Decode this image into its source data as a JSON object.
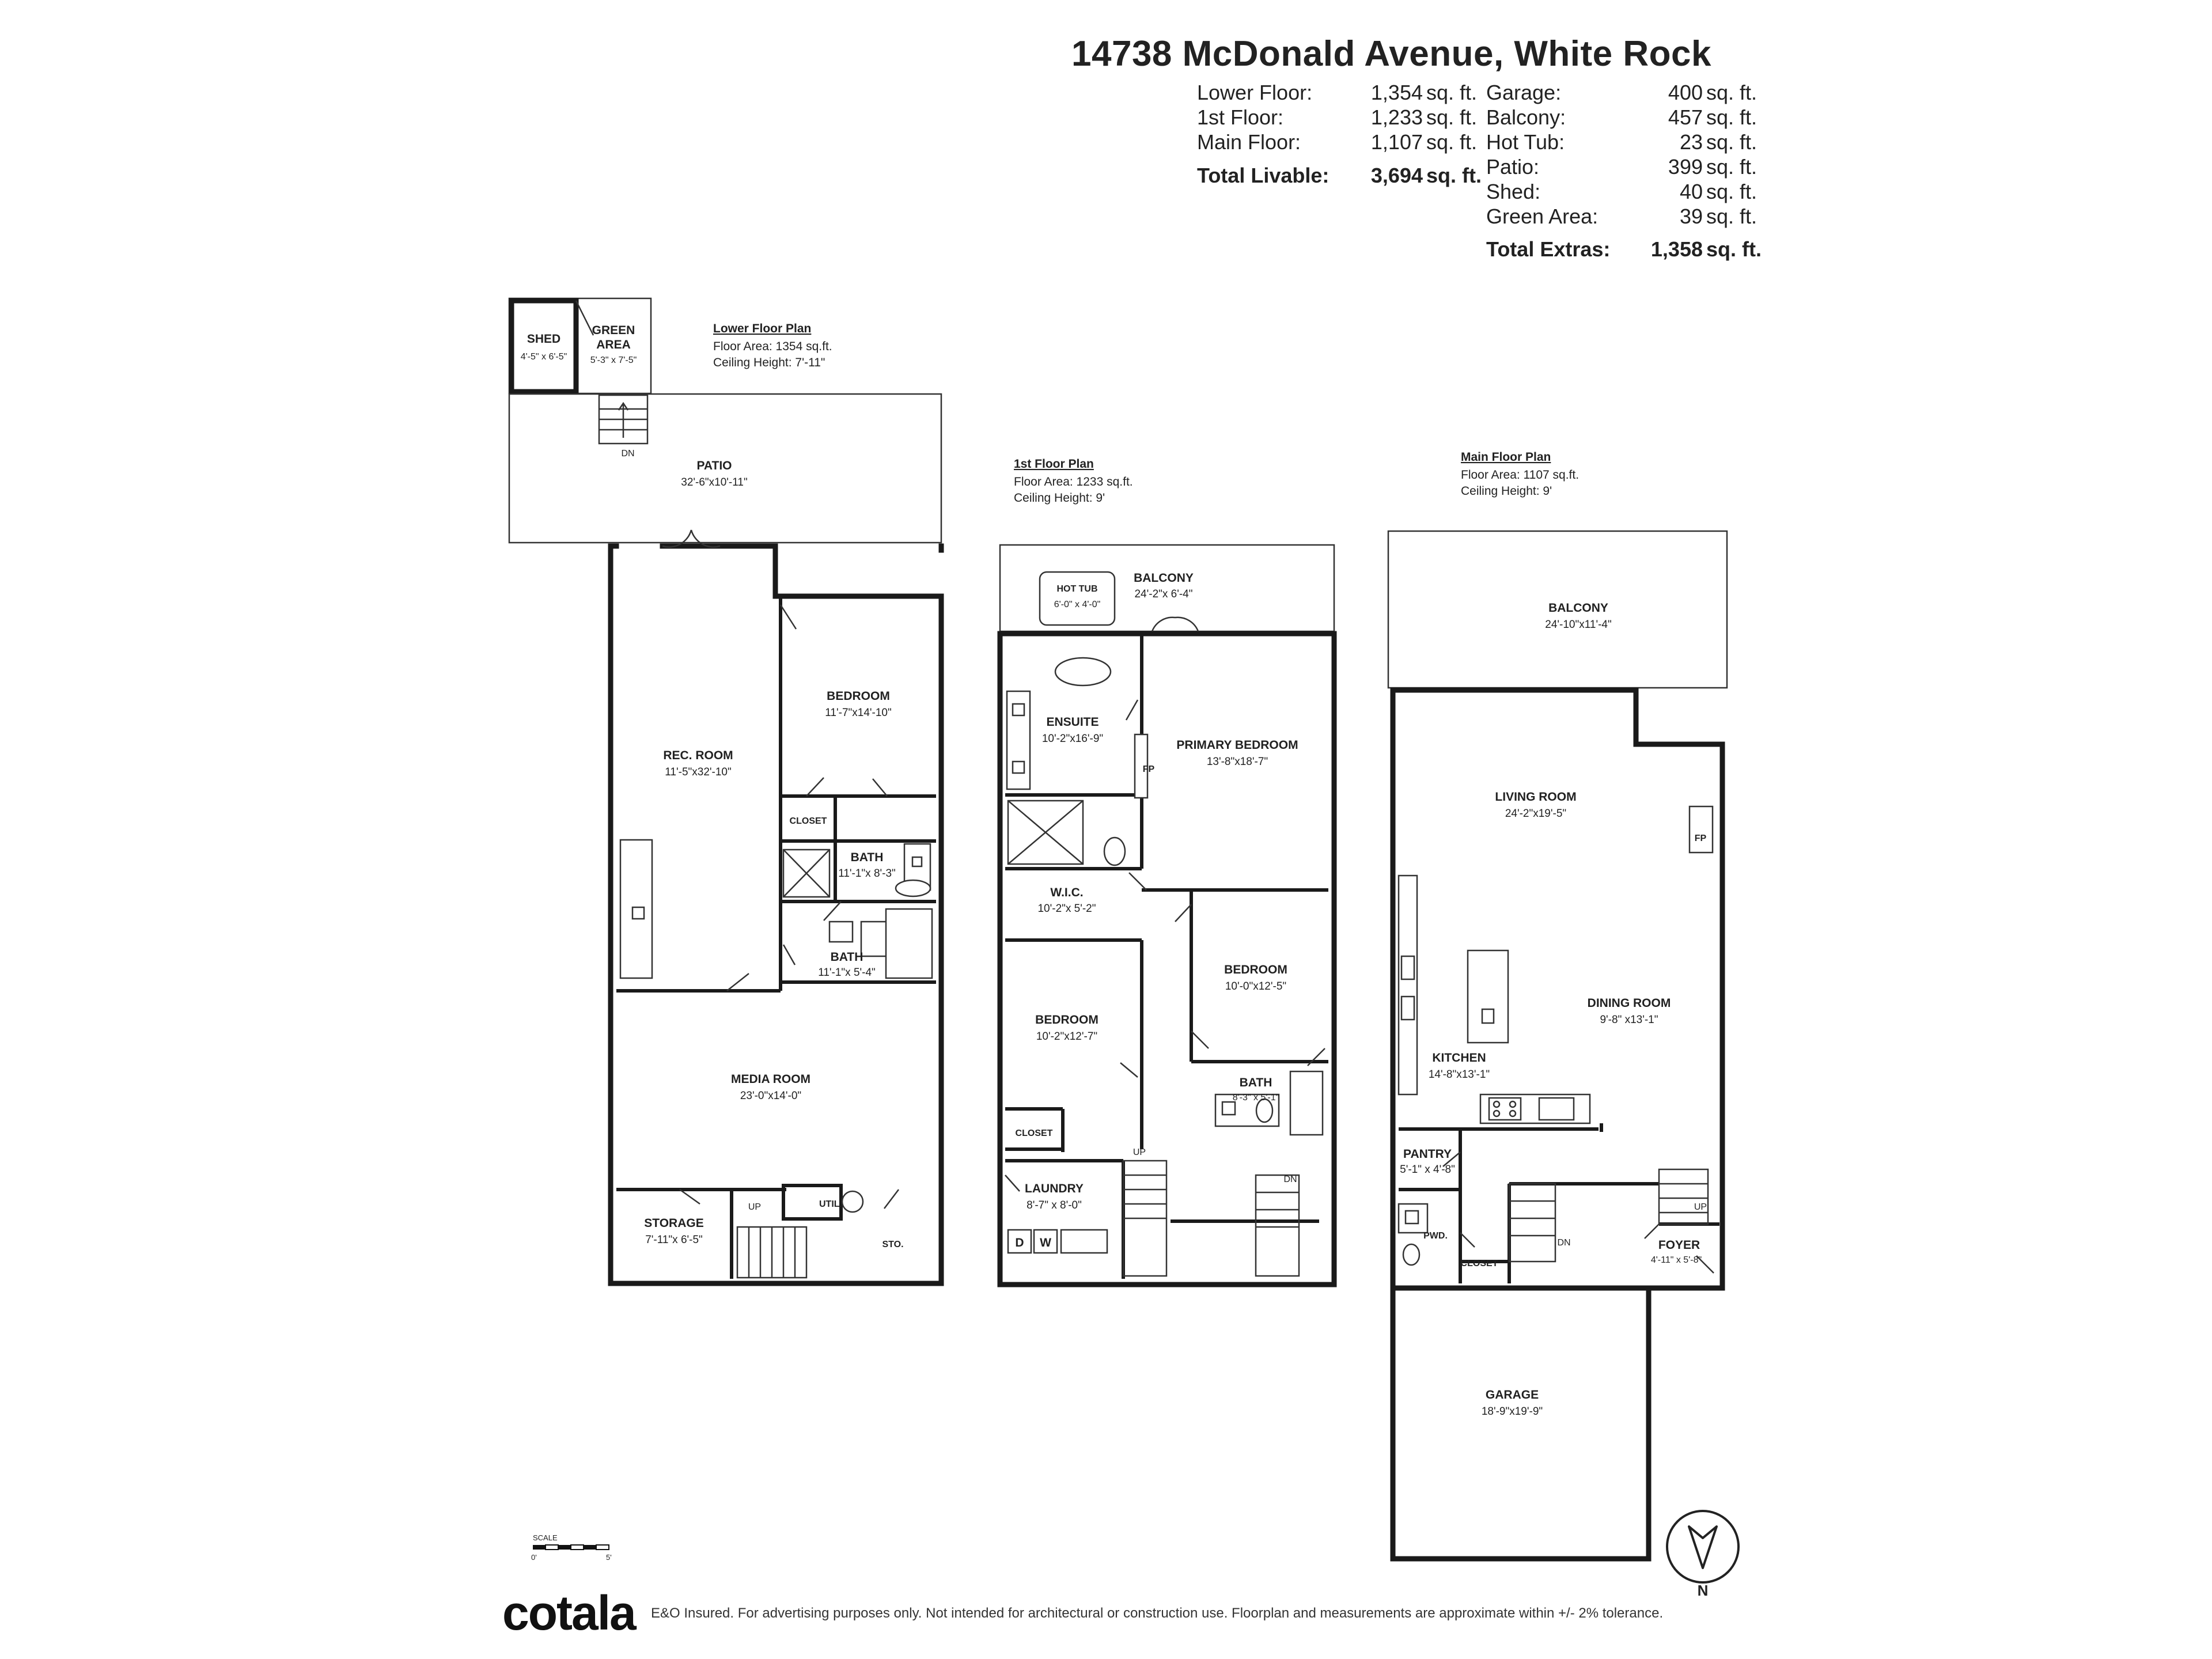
{
  "header": {
    "title": "14738 McDonald Avenue, White Rock",
    "units": "sq. ft.",
    "floors": [
      {
        "label": "Lower Floor:",
        "value": "1,354"
      },
      {
        "label": "1st Floor:",
        "value": "1,233"
      },
      {
        "label": "Main Floor:",
        "value": "1,107"
      }
    ],
    "total_livable": {
      "label": "Total Livable:",
      "value": "3,694"
    },
    "extras": [
      {
        "label": "Garage:",
        "value": "400"
      },
      {
        "label": "Balcony:",
        "value": "457"
      },
      {
        "label": "Hot Tub:",
        "value": "23"
      },
      {
        "label": "Patio:",
        "value": "399"
      },
      {
        "label": "Shed:",
        "value": "40"
      },
      {
        "label": "Green Area:",
        "value": "39"
      }
    ],
    "total_extras": {
      "label": "Total Extras:",
      "value": "1,358"
    }
  },
  "plans": {
    "lower": {
      "title": "Lower Floor Plan",
      "area": "Floor Area: 1354 sq.ft.",
      "ceiling": "Ceiling Height: 7'-11\"",
      "rooms": {
        "shed": {
          "name": "SHED",
          "dim": "4'-5\" x 6'-5\""
        },
        "green": {
          "name1": "GREEN",
          "name2": "AREA",
          "dim": "5'-3\" x 7'-5\""
        },
        "patio": {
          "name": "PATIO",
          "dim": "32'-6\"x10'-11\""
        },
        "bedroom": {
          "name": "BEDROOM",
          "dim": "11'-7\"x14'-10\""
        },
        "rec": {
          "name": "REC. ROOM",
          "dim": "11'-5\"x32'-10\""
        },
        "closet": {
          "name": "CLOSET"
        },
        "bath1": {
          "name": "BATH",
          "dim": "11'-1\"x 8'-3\""
        },
        "bath2": {
          "name": "BATH",
          "dim": "11'-1\"x 5'-4\""
        },
        "media": {
          "name": "MEDIA ROOM",
          "dim": "23'-0\"x14'-0\""
        },
        "storage": {
          "name": "STORAGE",
          "dim": "7'-11\"x 6'-5\""
        },
        "util": {
          "name": "UTIL."
        },
        "sto": {
          "name": "STO."
        }
      },
      "dn": "DN",
      "up": "UP"
    },
    "first": {
      "title": "1st Floor Plan",
      "area": "Floor Area: 1233 sq.ft.",
      "ceiling": "Ceiling Height: 9'",
      "rooms": {
        "hottub": {
          "name": "HOT TUB",
          "dim": "6'-0\" x 4'-0\""
        },
        "balcony": {
          "name": "BALCONY",
          "dim": "24'-2\"x 6'-4\""
        },
        "ensuite": {
          "name": "ENSUITE",
          "dim": "10'-2\"x16'-9\""
        },
        "primary": {
          "name": "PRIMARY BEDROOM",
          "dim": "13'-8\"x18'-7\""
        },
        "fp": {
          "name": "FP"
        },
        "wic": {
          "name": "W.I.C.",
          "dim": "10'-2\"x 5'-2\""
        },
        "bedroom2": {
          "name": "BEDROOM",
          "dim": "10'-0\"x12'-5\""
        },
        "bedroom3": {
          "name": "BEDROOM",
          "dim": "10'-2\"x12'-7\""
        },
        "bath": {
          "name": "BATH",
          "dim": "8'-3\" x 5'-1\""
        },
        "closet": {
          "name": "CLOSET"
        },
        "laundry": {
          "name": "LAUNDRY",
          "dim": "8'-7\" x 8'-0\""
        },
        "d": {
          "name": "D"
        },
        "w": {
          "name": "W"
        }
      },
      "up": "UP",
      "dn": "DN"
    },
    "main": {
      "title": "Main Floor Plan",
      "area": "Floor Area: 1107 sq.ft.",
      "ceiling": "Ceiling Height: 9'",
      "rooms": {
        "balcony": {
          "name": "BALCONY",
          "dim": "24'-10\"x11'-4\""
        },
        "living": {
          "name": "LIVING ROOM",
          "dim": "24'-2\"x19'-5\""
        },
        "fp": {
          "name": "FP"
        },
        "dining": {
          "name": "DINING ROOM",
          "dim": "9'-8\" x13'-1\""
        },
        "kitchen": {
          "name": "KITCHEN",
          "dim": "14'-8\"x13'-1\""
        },
        "pantry": {
          "name": "PANTRY",
          "dim": "5'-1\" x 4'-8\""
        },
        "pwd": {
          "name": "PWD."
        },
        "closet": {
          "name": "CLOSET"
        },
        "foyer": {
          "name": "FOYER",
          "dim": "4'-11\" x 5'-8\""
        },
        "garage": {
          "name": "GARAGE",
          "dim": "18'-9\"x19'-9\""
        }
      },
      "up": "UP",
      "dn": "DN"
    }
  },
  "scale": {
    "label": "SCALE",
    "start": "0'",
    "end": "5'"
  },
  "compass": {
    "north": "N"
  },
  "footer": {
    "brand": "cotala",
    "disclaimer": "E&O Insured. For advertising purposes only. Not intended for architectural or construction use. Floorplan and measurements are approximate within +/- 2% tolerance."
  }
}
